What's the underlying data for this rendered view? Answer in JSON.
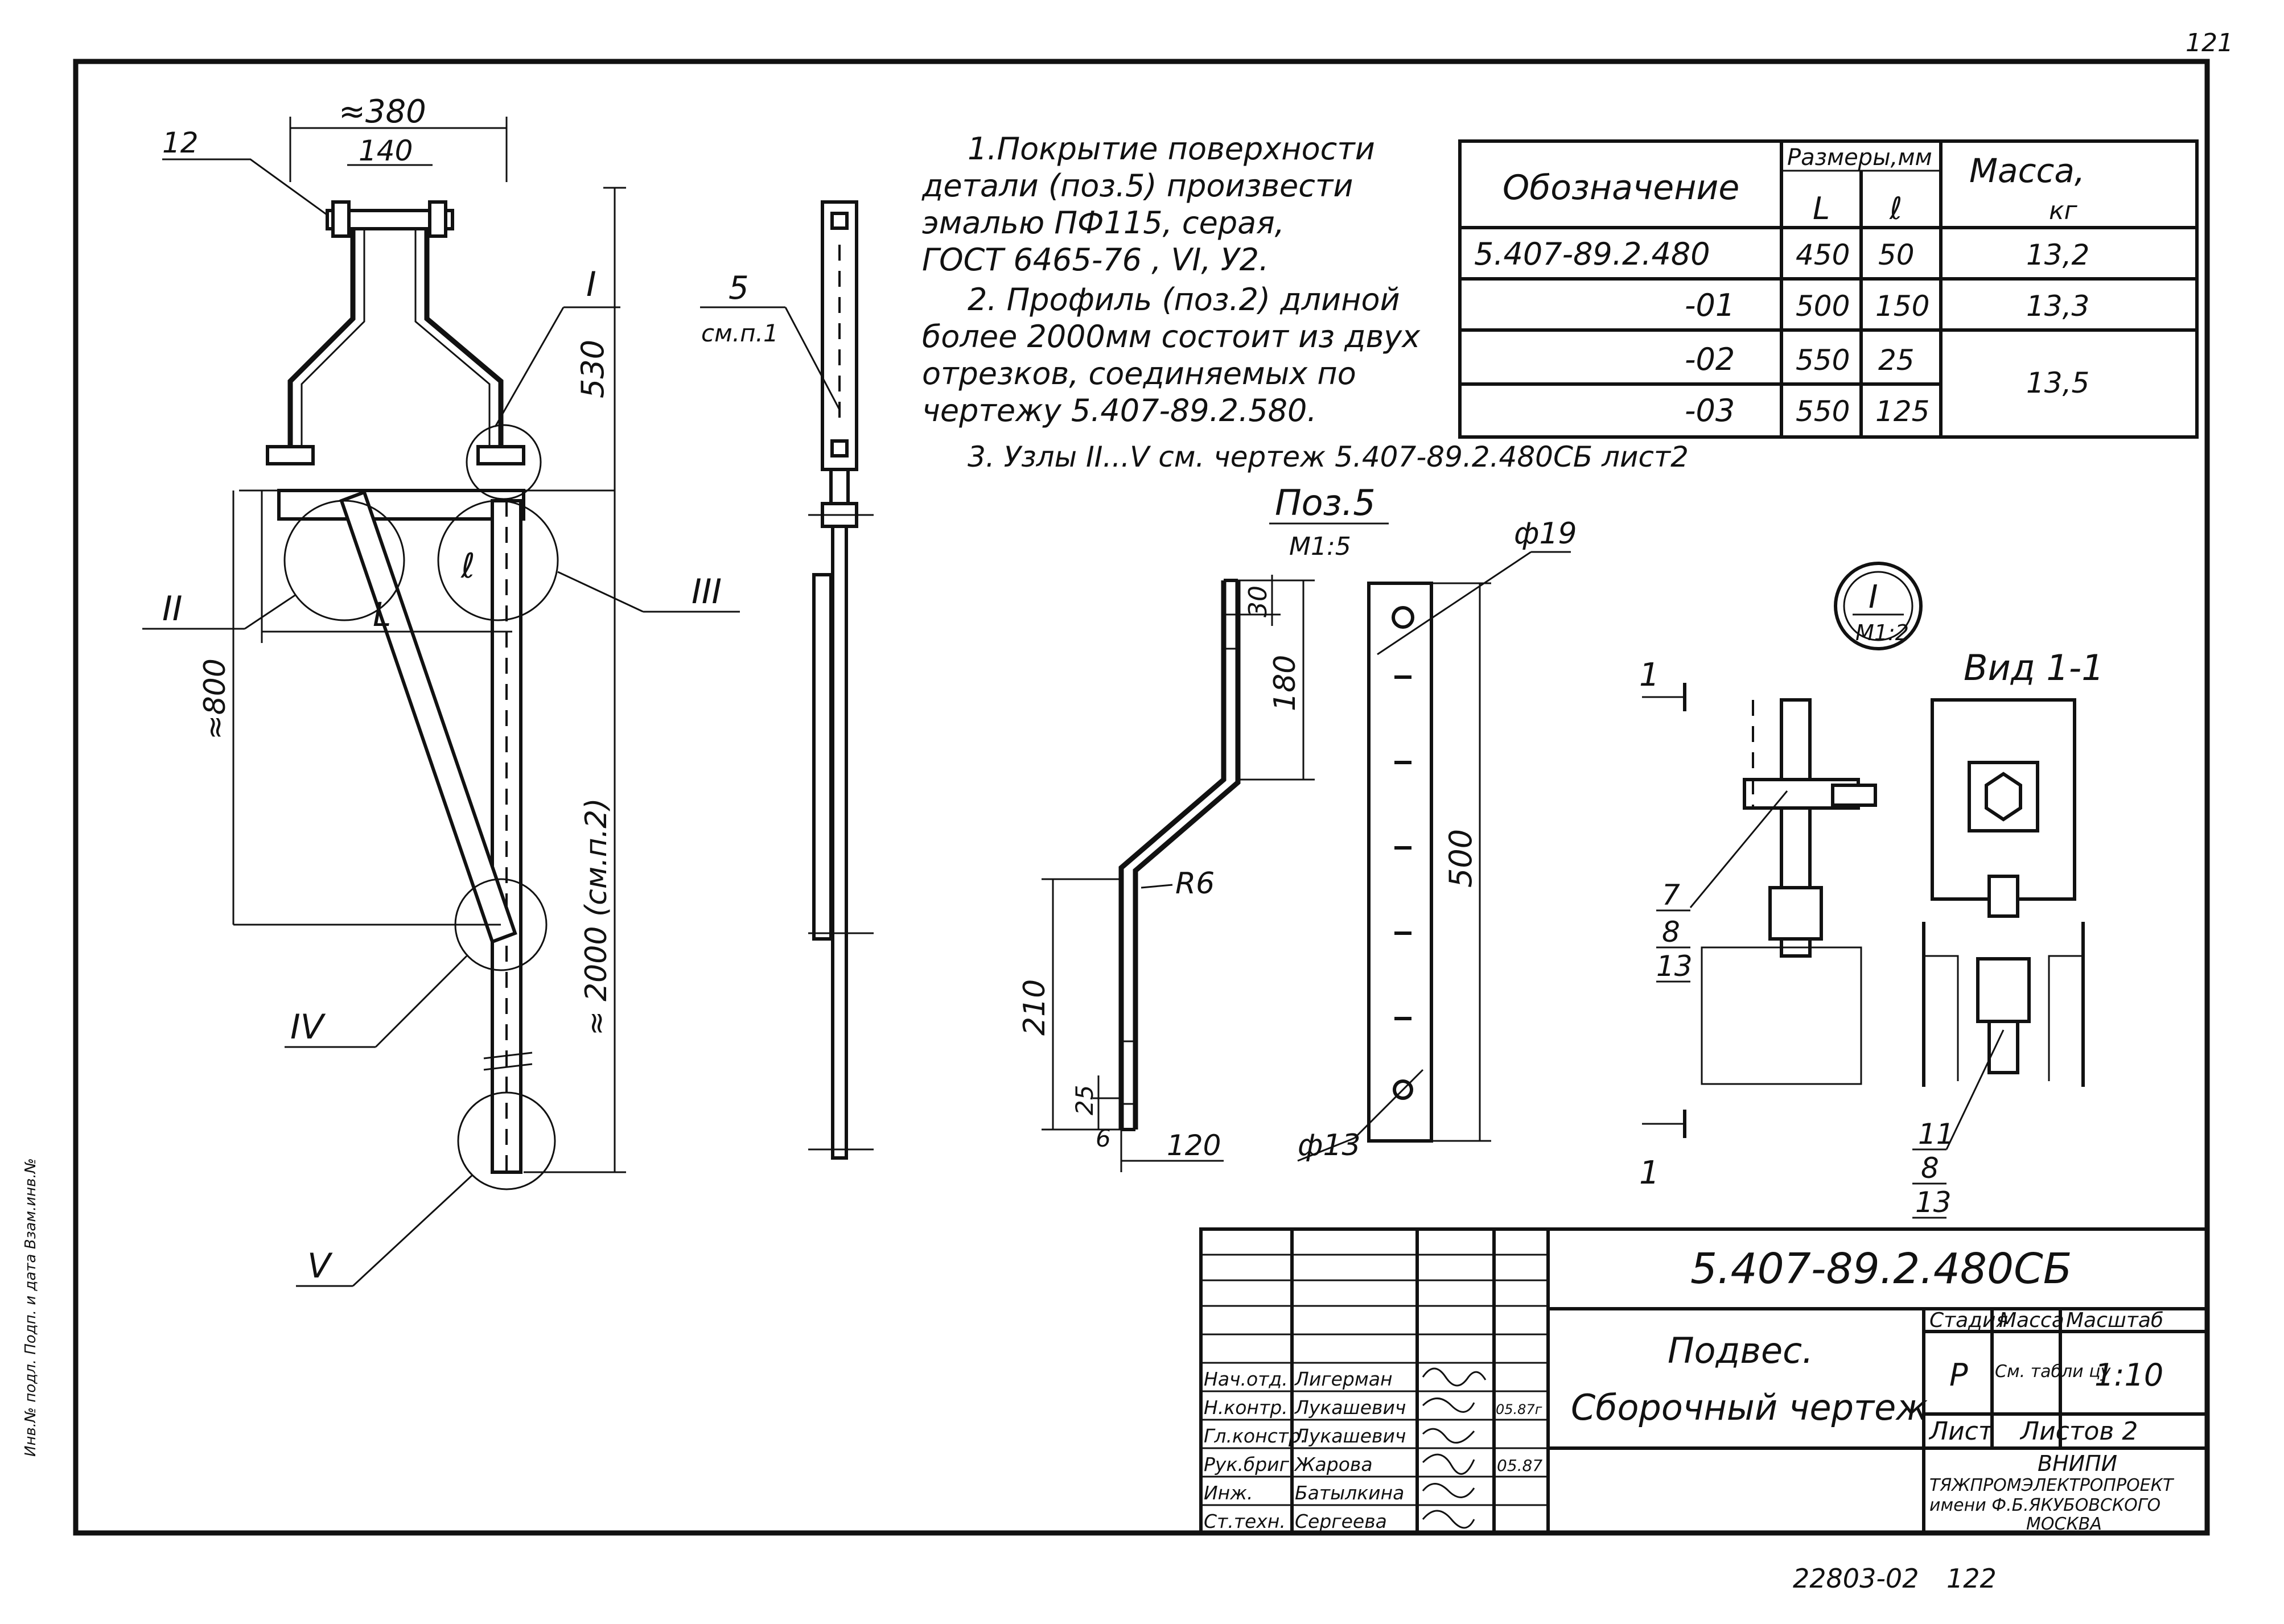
{
  "corner_page": "121",
  "bottom_doc": "22803-02",
  "bottom_page": "122",
  "left_margin_text": "Инв.№ подл.  Подп. и дата  Взам.инв.№",
  "notes": [
    "1.Покрытие поверхности",
    "детали (поз.5) произвести",
    "эмалью ПФ115, серая,",
    "ГОСТ 6465-76 , VI, У2.",
    "2. Профиль (поз.2) длиной",
    "более 2000мм состоит из двух",
    "отрезков, соединяемых по",
    "чертежу 5.407-89.2.580.",
    "3. Узлы II...V см. чертеж 5.407-89.2.480СБ лист2"
  ],
  "size_table": {
    "headers": {
      "designation": "Обозначение",
      "sizes": "Размеры,мм",
      "L": "L",
      "l": "ℓ",
      "mass": "Масса,",
      "mass_unit": "кг"
    },
    "rows": [
      {
        "designation": "5.407-89.2.480",
        "L": "450",
        "l": "50",
        "mass": "13,2"
      },
      {
        "designation": "-01",
        "L": "500",
        "l": "150",
        "mass": "13,3"
      },
      {
        "designation": "-02",
        "L": "550",
        "l": "25",
        "mass": "13,5"
      },
      {
        "designation": "-03",
        "L": "550",
        "l": "125",
        "mass": ""
      }
    ]
  },
  "main_view": {
    "dim_top": "≈380",
    "dim_top_inner": "140",
    "pos_12": "12",
    "dim_530": "530",
    "node_I": "I",
    "node_II": "II",
    "node_III": "III",
    "node_IV": "IV",
    "node_V": "V",
    "dim_l": "ℓ",
    "dim_L": "L",
    "dim_800": "≈800",
    "dim_2000": "≈ 2000 (см.п.2)"
  },
  "side_view": {
    "pos_5": "5",
    "pos_5_ref": "см.п.1"
  },
  "pos5_detail": {
    "title": "Поз.5",
    "scale": "М1:5",
    "dim_30": "30",
    "dim_180": "180",
    "dim_R6": "R6",
    "dim_210": "210",
    "dim_25": "25",
    "dim_6": "6",
    "dim_120": "120",
    "dim_d19": "ф19",
    "dim_500": "500",
    "dim_d13": "ф13"
  },
  "node_detail": {
    "label": "I",
    "scale": "М1:2",
    "view_title": "Вид 1-1",
    "section_mark": "1",
    "callout_a": [
      "7",
      "8",
      "13"
    ],
    "callout_b": [
      "11",
      "8",
      "13"
    ]
  },
  "title_block": {
    "code": "5.407-89.2.480СБ",
    "name_line1": "Подвес.",
    "name_line2": "Сборочный чертеж",
    "stage_label": "Стадия",
    "mass_label": "Масса",
    "scale_label": "Масштаб",
    "stage_value": "Р",
    "mass_value": "См. табли цу",
    "scale_value": "1:10",
    "sheet_label": "Лист",
    "sheets_label": "Листов 2",
    "org_line1": "ВНИПИ",
    "org_line2": "ТЯЖПРОМЭЛЕКТРОПРОЕКТ",
    "org_line3": "имени Ф.Б.ЯКУБОВСКОГО",
    "org_line4": "МОСКВА",
    "signatures": [
      {
        "role": "Нач.отд.",
        "name": "Лигерман",
        "date": ""
      },
      {
        "role": "Н.контр.",
        "name": "Лукашевич",
        "date": "05.87г"
      },
      {
        "role": "Гл.констр.",
        "name": "Лукашевич",
        "date": ""
      },
      {
        "role": "Рук.бриг.",
        "name": "Жарова",
        "date": "05.87"
      },
      {
        "role": "Инж.",
        "name": "Батылкина",
        "date": ""
      },
      {
        "role": "Ст.техн.",
        "name": "Сергеева",
        "date": ""
      }
    ]
  }
}
